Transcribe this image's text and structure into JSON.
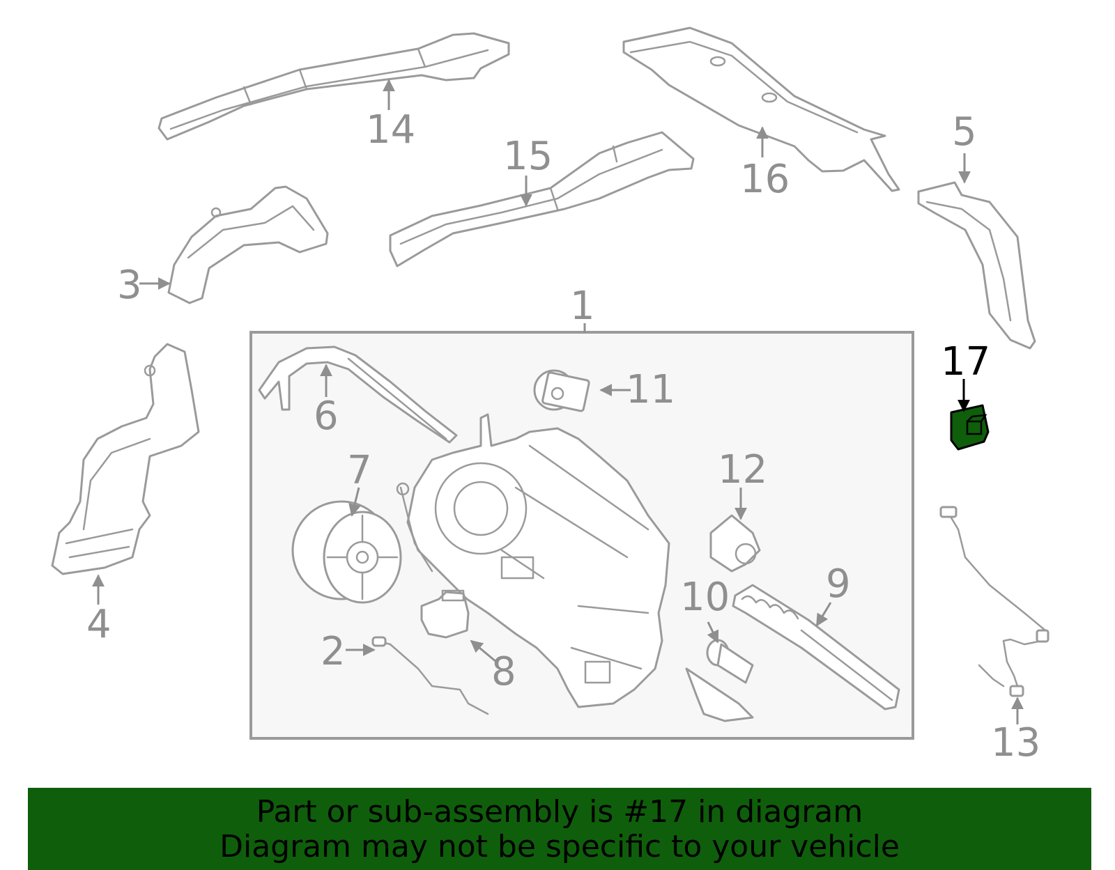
{
  "diagram": {
    "callouts": {
      "c1": "1",
      "c2": "2",
      "c3": "3",
      "c4": "4",
      "c5": "5",
      "c6": "6",
      "c7": "7",
      "c8": "8",
      "c9": "9",
      "c10": "10",
      "c11": "11",
      "c12": "12",
      "c13": "13",
      "c14": "14",
      "c15": "15",
      "c16": "16",
      "c17": "17"
    },
    "highlighted_part": "17",
    "colors": {
      "line": "#9a9a9a",
      "highlight_fill": "#0f5e0b",
      "highlight_label": "#000000",
      "banner_bg": "#0f5e0b",
      "box_fill": "#f7f7f7"
    }
  },
  "banner": {
    "line1": "Part or sub-assembly is #17 in diagram",
    "line2": "Diagram may not be specific to your vehicle"
  }
}
